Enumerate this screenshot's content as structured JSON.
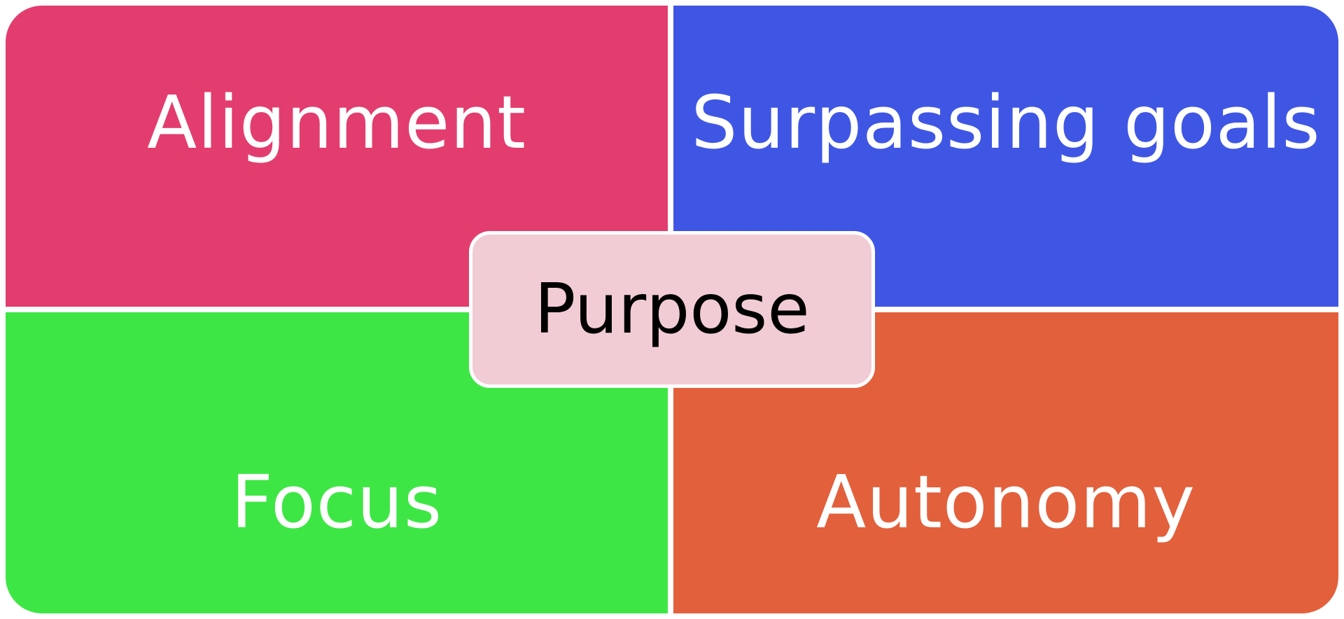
{
  "diagram": {
    "center": {
      "label": "Purpose",
      "color": "#f2ccd4"
    },
    "quadrants": [
      {
        "id": "q-tl",
        "label": "Alignment",
        "color": "#e23d6e"
      },
      {
        "id": "q-tr",
        "label": "Surpassing goals",
        "color": "#3f56e4"
      },
      {
        "id": "q-bl",
        "label": "Focus",
        "color": "#3ee645"
      },
      {
        "id": "q-br",
        "label": "Autonomy",
        "color": "#e3603c"
      }
    ]
  }
}
